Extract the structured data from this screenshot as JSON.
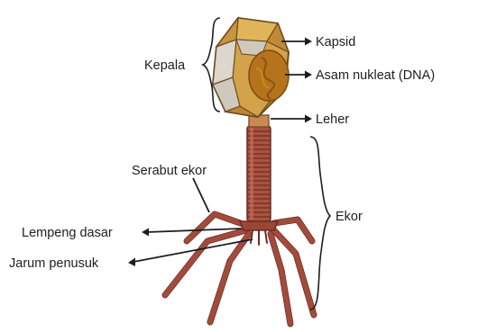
{
  "labels": {
    "kepala": "Kepala",
    "kapsid": "Kapsid",
    "asam_nukleat": "Asam nukleat (DNA)",
    "leher": "Leher",
    "serabut_ekor": "Serabut ekor",
    "ekor": "Ekor",
    "lempeng_dasar": "Lempeng dasar",
    "jarum_penusuk": "Jarum penusuk"
  },
  "colors": {
    "capsid_face_gold": "#d3a24a",
    "capsid_face_light": "#d9d2c8",
    "dna": "#b5731c",
    "tail": "#a24b3c",
    "label_text": "#1e1e1e"
  }
}
